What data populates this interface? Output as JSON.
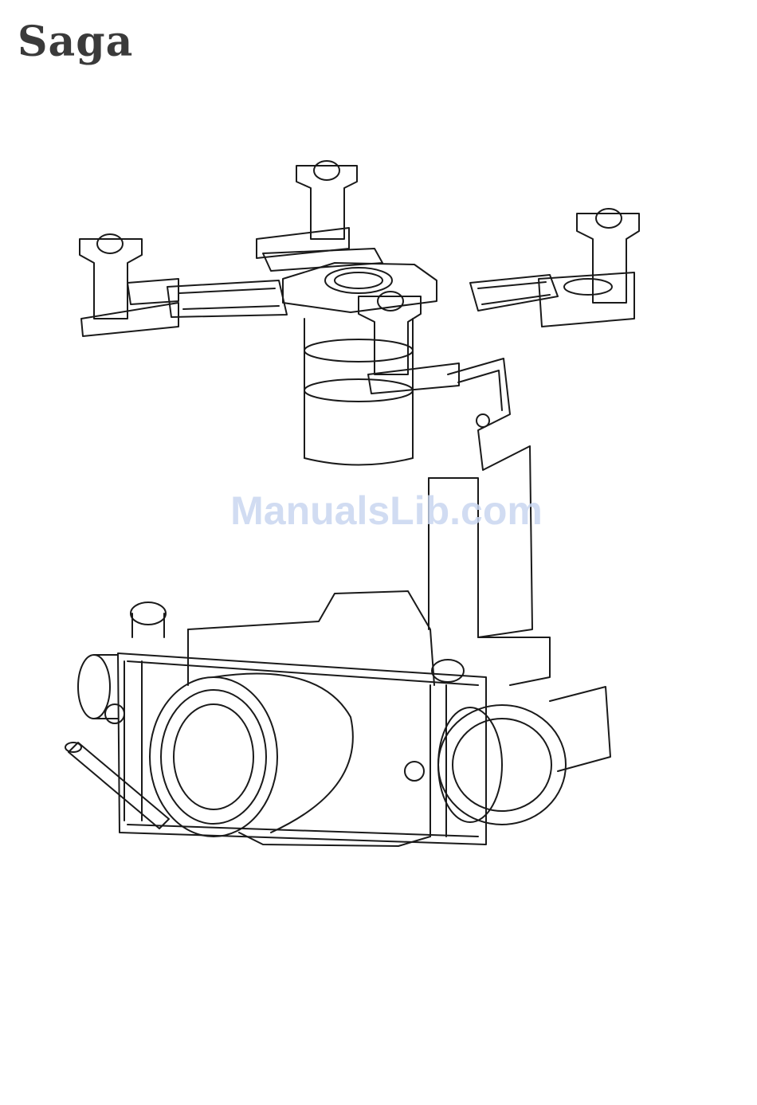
{
  "header": {
    "logo_text": "Saga"
  },
  "figure": {
    "subject": "gimbal-with-camera-line-drawing"
  },
  "watermark": {
    "text": "ManualsLib.com",
    "color": "#c9d7f0"
  },
  "colors": {
    "ink": "#1a1a1a",
    "paper": "#ffffff",
    "logo": "#3a3a3a"
  }
}
